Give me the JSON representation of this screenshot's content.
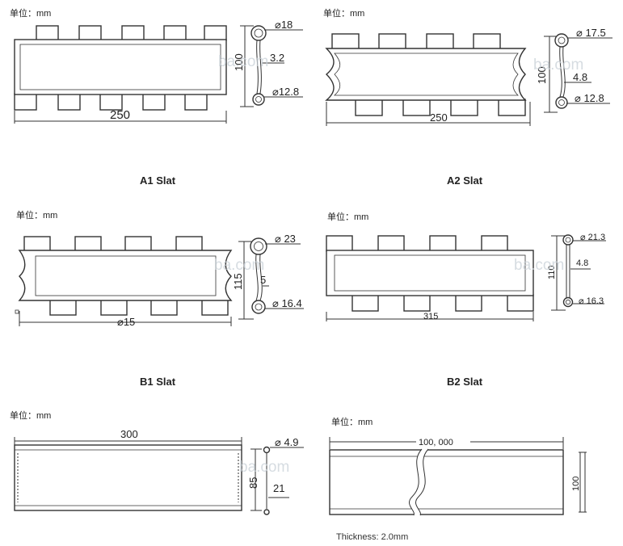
{
  "units_label": "单位：mm",
  "watermark": "ba.com",
  "captions": {
    "a1": "A1 Slat",
    "a2": "A2 Slat",
    "b1": "B1 Slat",
    "b2": "B2 Slat"
  },
  "a1": {
    "width": "250",
    "height": "100",
    "dia_top": "⌀18",
    "thickness": "3.2",
    "dia_bottom": "⌀12.8"
  },
  "a2": {
    "width": "250",
    "height": "100",
    "dia_top": "⌀ 17.5",
    "thickness": "4.8",
    "dia_bottom": "⌀ 12.8"
  },
  "b1": {
    "width": "⌀15",
    "height": "115",
    "dia_top": "⌀ 23",
    "thickness": "5",
    "dia_bottom": "⌀ 16.4"
  },
  "b2": {
    "width": "315",
    "height": "110",
    "dia_top": "⌀ 21.3",
    "thickness": "4.8",
    "dia_bottom": "⌀ 16.3"
  },
  "c1": {
    "width": "300",
    "height": "85",
    "dia_top": "⌀ 4.9",
    "thickness": "21"
  },
  "c2": {
    "units_label": "单位：mm",
    "width": "100, 000",
    "height": "100",
    "thickness_note": "Thickness: 2.0mm"
  }
}
